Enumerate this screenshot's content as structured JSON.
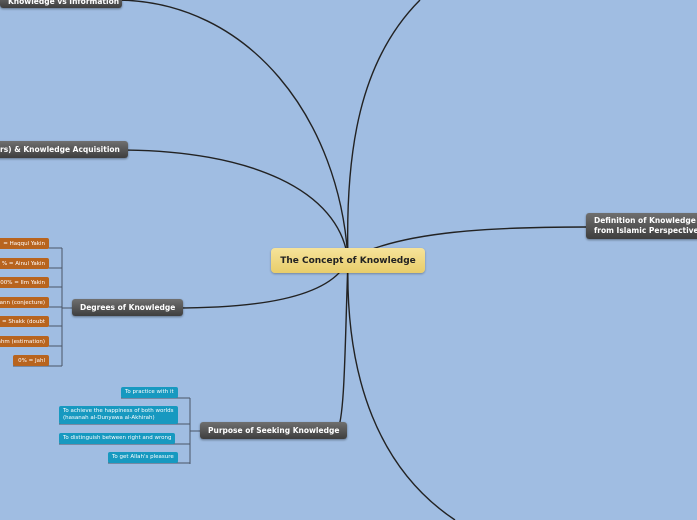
{
  "center": {
    "title": "The Concept of Knowledge"
  },
  "branches": {
    "knowledge_vs_information": "Knowledge vs Information",
    "acquisition": "rs) & Knowledge Acquisition",
    "degrees": "Degrees of Knowledge",
    "purpose": "Purpose of Seeking Knowledge",
    "definition_line1": "Definition of Knowledge",
    "definition_line2": "from Islamic Perspectives"
  },
  "degrees": [
    "= Haqqul Yakin",
    "% = Ainul Yakin",
    "00% = Ilm Yakin",
    "ann (conjecture)",
    "= Shakk (doubt",
    "ahm (estimation)",
    "0% = Jahl"
  ],
  "purposes": [
    "To practice with it",
    "To achieve the happiness of both worlds",
    "(hasanah al-Dunyawa al-Akhirah)",
    "To distinguish between right and wrong",
    "To get Allah's pleasure"
  ],
  "colors": {
    "background": "#a0bde2",
    "center": "#f1dc87",
    "branch": "#555555",
    "degree": "#b8641e",
    "purpose": "#1799c0"
  }
}
